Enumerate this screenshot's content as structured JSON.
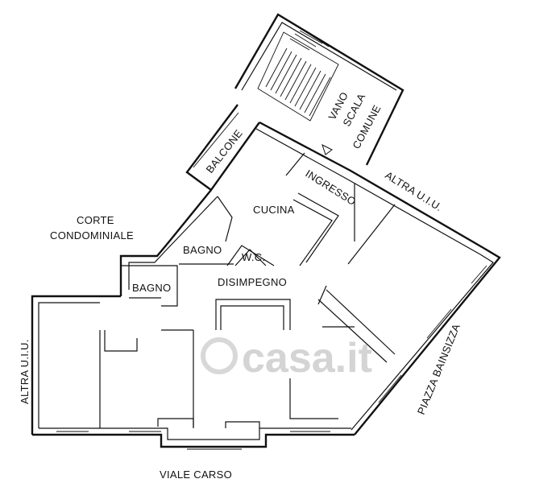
{
  "labels": {
    "vano": "VANO",
    "scala": "SCALA",
    "comune": "COMUNE",
    "balcone": "BALCONE",
    "ingresso": "INGRESSO",
    "altra_uiu_top": "ALTRA U.I.U.",
    "cucina": "CUCINA",
    "corte": "CORTE",
    "condominiale": "CONDOMINIALE",
    "bagno_upper": "BAGNO",
    "wc": "W.C.",
    "bagno_lower": "BAGNO",
    "disimpegno": "DISIMPEGNO",
    "altra_uiu_left": "ALTRA U.I.U.",
    "piazza": "PIAZZA BAINSIZZA",
    "viale": "VIALE CARSO"
  },
  "watermark": {
    "text": "casa.it"
  }
}
